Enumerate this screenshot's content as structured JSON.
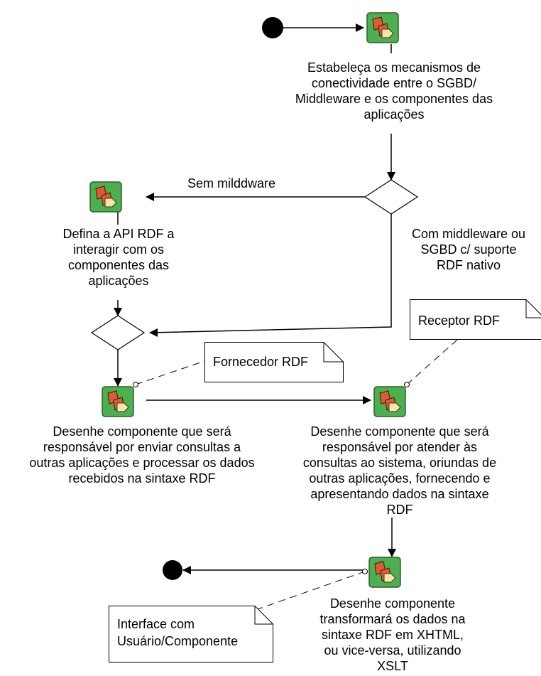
{
  "activities": {
    "a1": "Estabeleça os mecanismos de\nconectividade entre o SGBD/\nMiddleware e os componentes das\naplicações",
    "a2": "Defina a API RDF a\ninteragir com os\ncomponentes das\naplicações",
    "a3": "Desenhe componente que será\nresponsável  por enviar consultas a\noutras aplicações e processar os dados\nrecebidos na sintaxe RDF",
    "a4": "Desenhe componente que será\nresponsável por atender às\nconsultas ao sistema, oriundas de\noutras aplicações, fornecendo e\napresentando dados na sintaxe\nRDF",
    "a5": "Desenhe componente\ntransformará os dados na\nsintaxe RDF em XHTML,\nou vice-versa, utilizando\nXSLT"
  },
  "edges": {
    "sem_middleware": "Sem milddware",
    "com_middleware": "Com middleware ou\nSGBD c/ suporte\nRDF nativo"
  },
  "notes": {
    "fornecedor": "Fornecedor RDF",
    "receptor": "Receptor RDF",
    "interface": "Interface com\nUsuário/Componente"
  },
  "colors": {
    "activity_fill": "#4caf50",
    "activity_figure_red": "#e05a32",
    "activity_figure_yellow": "#f5e6a8",
    "line": "#000000"
  }
}
